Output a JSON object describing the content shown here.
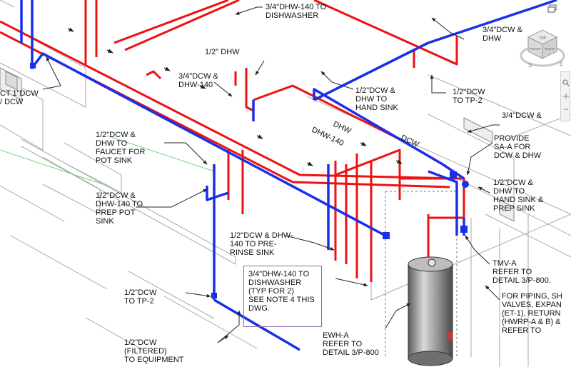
{
  "labels": {
    "dishwasher_top": "3/4\"DHW-140 TO\nDISHWASHER",
    "dcw_dhw_right": "3/4\"DCW &\nDHW",
    "half_dhw": "1/2\" DHW",
    "dcw_dhw140": "3/4\"DCW &\nDHW-140",
    "left_dcw": "CT 1\"DCW\n/ DCW",
    "hand_sink": "1/2\"DCW &\nDHW TO\nHAND SINK",
    "tp2_top": "1/2\"DCW\nTO TP-2",
    "right_dcw_cut": "3/4\"DCW &",
    "provide_sa": "PROVIDE\nSA-A FOR\nDCW & DHW",
    "faucet": "1/2\"DCW &\nDHW TO\nFAUCET FOR\nPOT SINK",
    "hand_prep": "1/2\"DCW &\nDHW TO\nHAND SINK &\nPREP SINK",
    "prep_pot": "1/2\"DCW &\nDHW-140 TO\nPREP POT\nSINK",
    "prerinse": "1/2\"DCW & DHW-\n140 TO PRE-\nRINSE SINK",
    "tmv": "TMV-A\nREFER TO\nDETAIL 3/P-800.",
    "piping_note": "FOR PIPING, SH\nVALVES, EXPAN\n(ET-1), RETURN\n(HWRP-A & B) &\nREFER TO",
    "tp2_bottom": "1/2\"DCW\nTO TP-2",
    "dishwasher_note": "3/4\"DHW-140 TO\nDISHWASHER\n(TYP FOR 2)\nSEE NOTE 4 THIS\nDWG.",
    "ewh": "EWH-A\nREFER TO\nDETAIL 3/P-800",
    "filtered": "1/2\"DCW\n(FILTERED)\nTO EQUIPMENT",
    "pipe_dhw": "DHW",
    "pipe_dhw140": "DHW-140",
    "pipe_dcw": "DCW"
  },
  "viewcube": {
    "top": "TOP",
    "front": "FRONT",
    "right": "RIGHT",
    "south": "S",
    "east": "E"
  },
  "colors": {
    "hot": "#ee1111",
    "cold": "#1a2fe8",
    "equipment": "#9e9e9e",
    "leader": "#222222"
  },
  "icons": [
    "arrow-leader-icon",
    "viewcube-icon",
    "restore-window-icon",
    "zoom-icon"
  ]
}
